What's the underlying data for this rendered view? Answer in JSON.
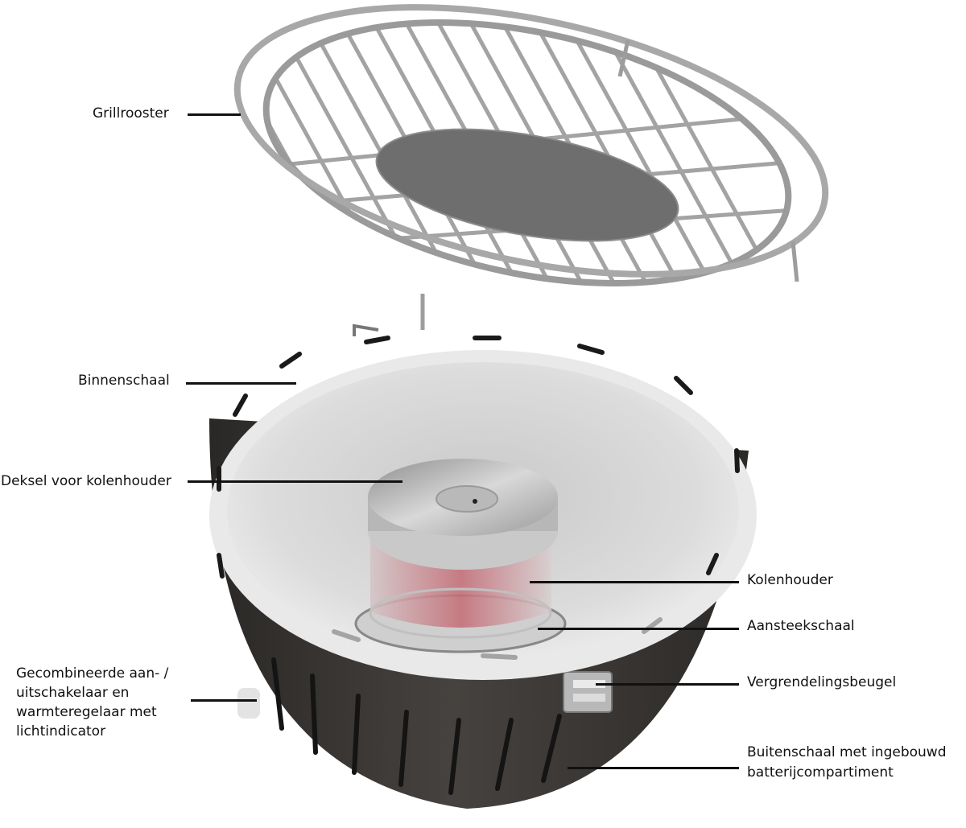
{
  "diagram": {
    "subject": "Exploded view of tabletop charcoal barbecue",
    "colors": {
      "background": "#ffffff",
      "label_text": "#111111",
      "outer_shell": "#3a3735",
      "inner_bowl": "#d9d9d9",
      "grill_steel": "#a9a9a9",
      "center_plate": "#6b6b6b",
      "coal_red": "#c9505a"
    },
    "labels": [
      {
        "id": "grillrooster",
        "text": "Grillrooster"
      },
      {
        "id": "binnenschaal",
        "text": "Binnenschaal"
      },
      {
        "id": "deksel",
        "text": "Deksel voor kolenhouder"
      },
      {
        "id": "kolenhouder",
        "text": "Kolenhouder"
      },
      {
        "id": "aansteekschaal",
        "text": "Aansteekschaal"
      },
      {
        "id": "schakelaar",
        "text": "Gecombineerde aan- / uitschakelaar en warmteregelaar met lichtindicator"
      },
      {
        "id": "vergrendeling",
        "text": "Vergrendelingsbeugel"
      },
      {
        "id": "buitenschaal",
        "text": "Buitenschaal met ingebouwd batterijcompartiment"
      }
    ]
  }
}
